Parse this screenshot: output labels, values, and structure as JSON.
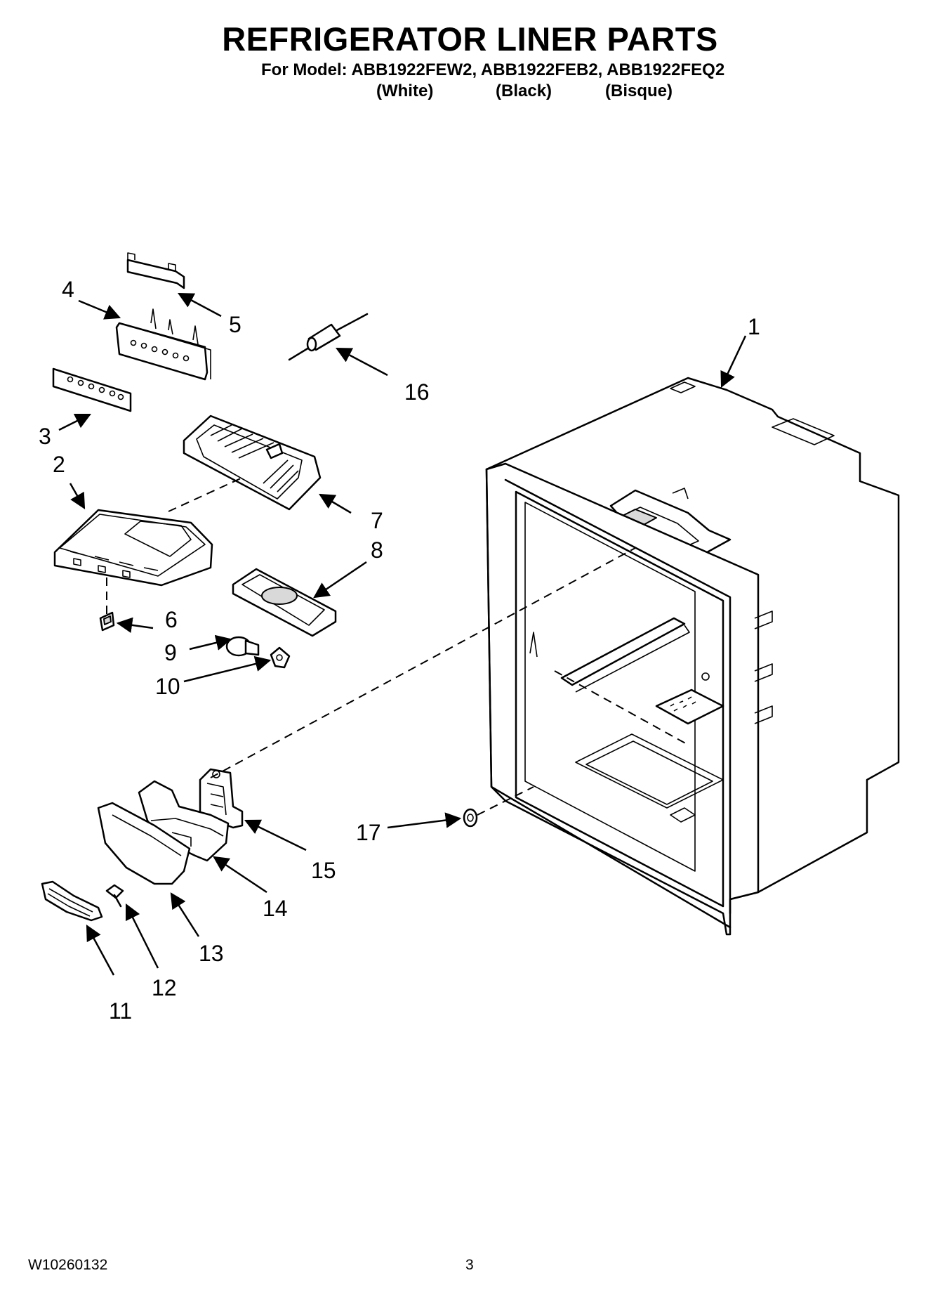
{
  "header": {
    "title": "REFRIGERATOR LINER PARTS",
    "model_line": "For Model: ABB1922FEW2, ABB1922FEB2, ABB1922FEQ2",
    "colors": [
      "(White)",
      "(Black)",
      "(Bisque)"
    ]
  },
  "callouts": [
    "1",
    "2",
    "3",
    "4",
    "5",
    "6",
    "7",
    "8",
    "9",
    "10",
    "11",
    "12",
    "13",
    "14",
    "15",
    "16",
    "17"
  ],
  "footer": {
    "doc_number": "W10260132",
    "page_number": "3"
  }
}
